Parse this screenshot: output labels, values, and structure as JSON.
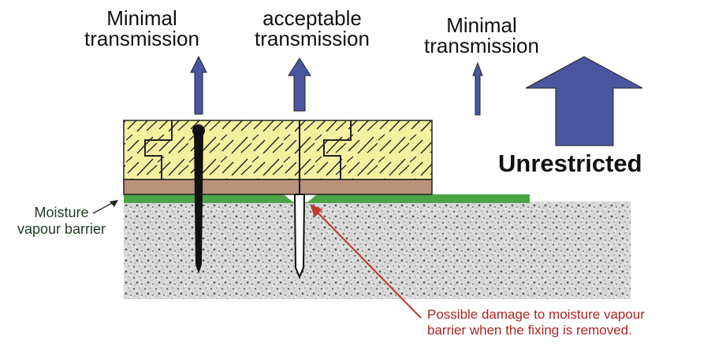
{
  "labels": {
    "left_top_line1": "Minimal",
    "left_top_line2": "transmission",
    "mid_top_line1": "acceptable",
    "mid_top_line2": "transmission",
    "right_top_line1": "Minimal",
    "right_top_line2": "transmission",
    "unrestricted": "Unrestricted",
    "barrier_line1": "Moisture",
    "barrier_line2": "vapour barrier",
    "note_line1": "Possible damage to moisture vapour",
    "note_line2": "barrier when the fixing is removed."
  },
  "colors": {
    "arrow_fill": "#4a56a0",
    "wood_fill": "#f4f0a0",
    "underlay_fill": "#b9917a",
    "barrier_fill": "#4aa545",
    "concrete_fill": "#d8d8d8",
    "note_arrow": "#c0392b"
  }
}
